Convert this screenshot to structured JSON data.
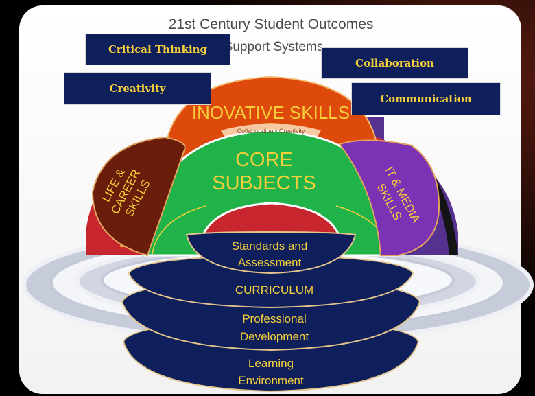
{
  "header": {
    "title": "21st Century Student Outcomes",
    "subtitle": "Support Systems"
  },
  "boxes": {
    "critical_thinking": "Critical Thinking",
    "creativity": "Creativity",
    "collaboration": "Collaboration",
    "communication": "Communication"
  },
  "arcs": {
    "innovative_skills": "INOVATIVE SKILLS",
    "innovative_sub": "Collaboration • Creativity",
    "core_line1": "CORE",
    "core_line2": "SUBJECTS",
    "life_line1": "LIFE &",
    "life_line2": "CAREER",
    "life_line3": "SKILLS",
    "it_line1": "IT & MEDIA",
    "it_line2": "SKILLS"
  },
  "support": {
    "standards_line1": "Standards  and",
    "standards_line2": "Assessment",
    "curriculum": "CURRICULUM",
    "professional_line1": "Professional",
    "professional_line2": "Development",
    "learning_line1": "Learning",
    "learning_line2": "Environment"
  },
  "colors": {
    "navy": "#0f1f5c",
    "gold_text": "#f5cf3a",
    "core_green": "#1fb34a",
    "innovative_orange": "#dd4a0c",
    "life_brown": "#6a1d0a",
    "it_purple": "#7b32b4",
    "red_arc": "#c8262e",
    "purple_arc": "#55328f"
  }
}
